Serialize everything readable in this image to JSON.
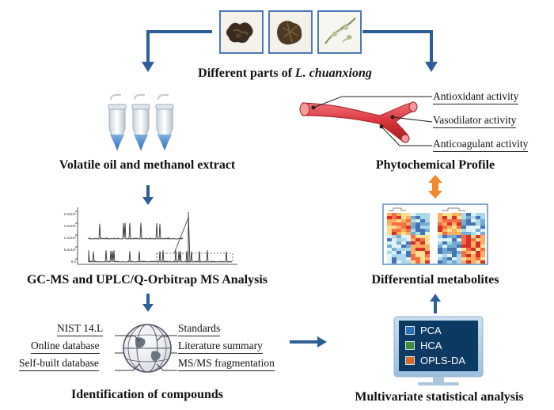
{
  "colors": {
    "arrow_blue": "#2f5f99",
    "frame_blue": "#4a78b8",
    "vessel_red": "#d9333a",
    "orange_arrow": "#f08a2c",
    "monitor_screen": "#0d3a62",
    "pca": "#2f6fb7",
    "hca": "#3f8f3a",
    "oplsda": "#d86a23"
  },
  "top": {
    "caption_prefix": "Different parts of ",
    "caption_species": "L. chuanxiong",
    "photos": [
      "rhizome-photo",
      "root-fragments-photo",
      "leaf-photo"
    ]
  },
  "left": {
    "extract_title": "Volatile oil and methanol extract",
    "ms_title": "GC-MS  and UPLC/Q-Orbitrap MS Analysis",
    "chromatogram_axis": [
      "2.0x10⁸",
      "1.5x10⁸",
      "1.0x10⁸",
      "5.0x10⁷",
      "0.0"
    ],
    "ident_title": "Identification of compounds",
    "ident_left": [
      "NIST 14.L",
      "Online database",
      "Self-built database"
    ],
    "ident_right": [
      "Standards",
      "Literature summary",
      "MS/MS fragmentation"
    ]
  },
  "right": {
    "activities": [
      "Antioxidant activity",
      "Vasodilator activity",
      "Anticoagulant activity"
    ],
    "profile_title": "Phytochemical Profile",
    "metabolites_title": "Differential metabolites",
    "monitor_legend": [
      "PCA",
      "HCA",
      "OPLS-DA"
    ],
    "multivariate_title": "Multivariate statistical analysis"
  }
}
